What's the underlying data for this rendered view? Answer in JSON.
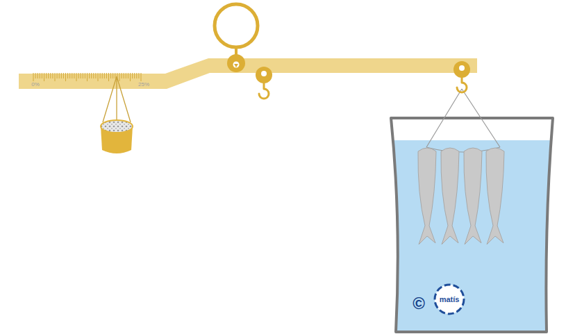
{
  "diagram": {
    "labels": [
      "0%",
      "25%",
      "©",
      "matís"
    ]
  }
}
